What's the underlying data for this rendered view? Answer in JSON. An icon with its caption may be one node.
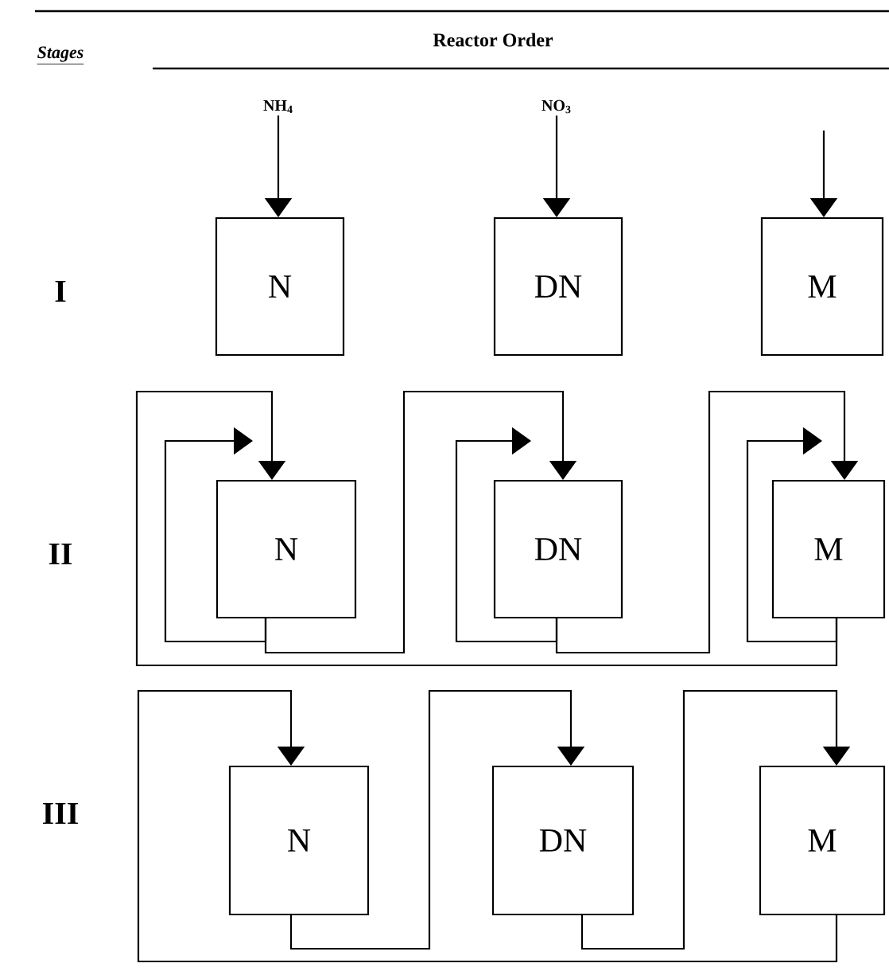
{
  "diagram": {
    "nodes": [
      {
        "text": [
          "NH$_{4}$"
        ]
      },
      {
        "text": [
          "NO$_{3}$"
        ]
      },
      {
        "text": [
          "N"
        ]
      },
      {
        "text": [
          "DN"
        ]
      },
      {
        "text": [
          "M"
        ]
      },
      {
        "text": [
          "N"
        ]
      },
      {
        "text": [
          "DN"
        ]
      },
      {
        "text": [
          "M"
        ]
      },
      {
        "text": [
          "N"
        ]
      },
      {
        "text": [
          "DN"
        ]
      },
      {
        "text": [
          "M"
        ]
      }
    ],
    "edges": [
      {
        "from": 0,
        "to": 2,
        "arrow": "to"
      },
      {
        "from": 1,
        "to": 3,
        "arrow": "to"
      },
      {
        "from": null,
        "to": 4,
        "arrow": "to"
      },
      {
        "from": 5,
        "to": 5,
        "arrow": "to"
      },
      {
        "from": 5,
        "to": 6,
        "arrow": "to"
      },
      {
        "from": 6,
        "to": 6,
        "arrow": "to"
      },
      {
        "from": 6,
        "to": 7,
        "arrow": "to"
      },
      {
        "from": 7,
        "to": 7,
        "arrow": "to"
      },
      {
        "from": 7,
        "to": 5,
        "arrow": "to"
      },
      {
        "from": 8,
        "to": 9,
        "arrow": "to"
      },
      {
        "from": 9,
        "to": 10,
        "arrow": "to"
      },
      {
        "from": 10,
        "to": 8,
        "arrow": "to"
      }
    ],
    "labels": [
      "Stages",
      "Reactor Order",
      "I",
      "II",
      "III"
    ]
  }
}
